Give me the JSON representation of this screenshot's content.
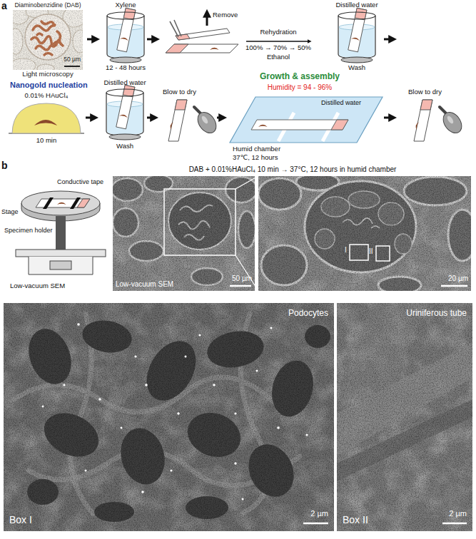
{
  "diagram": {
    "nodes": [
      {
        "text": [
          "Diaminobenzidine (DAB)",
          "50 µm",
          "Light microscopy"
        ]
      },
      {
        "text": [
          "Low-vacuum SEM",
          "50 µm"
        ]
      },
      {
        "text": [
          "20 µm",
          "I",
          "II"
        ]
      },
      {
        "text": [
          "Podocytes",
          "Box I",
          "2 µm"
        ]
      },
      {
        "text": [
          "Uriniferous tube",
          "Box II",
          "2 µm"
        ]
      }
    ],
    "edges": [
      {
        "from": 1,
        "to": 2,
        "arrow": "none"
      }
    ],
    "labels": [
      "a",
      "Xylene",
      "12 - 48 hours",
      "Remove",
      "Rehydration",
      "100% → 70% → 50%",
      "Ethanol",
      "Distilled water",
      "Wash",
      "Nanogold nucleation",
      "0.01% HAuCl₄",
      "10 min",
      "Distilled water",
      "Wash",
      "Blow to dry",
      "Growth & assembly",
      "Humidity = 94 - 96%",
      "Distilled water",
      "Humid chamber",
      "37℃, 12 hours",
      "Blow to dry",
      "b",
      "Conductive tape",
      "Stage",
      "Specimen holder",
      "Low-vacuum SEM",
      "DAB + 0.01%HAuCl₄ 10 min → 37°C, 12 hours in humid chamber"
    ]
  }
}
